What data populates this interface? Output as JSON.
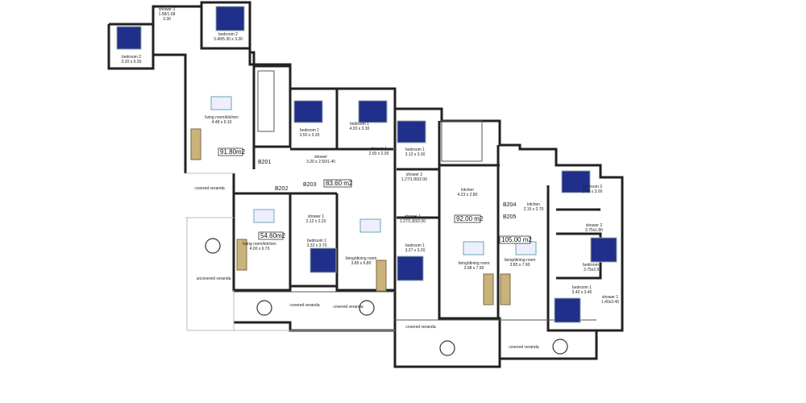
{
  "rooms": {
    "shower3": [
      "shower 3",
      "1.58/1.68",
      "3.30"
    ],
    "bed2_top": [
      "bedroom 2",
      "3.40/5.30 x 3.30"
    ],
    "bed2_left": [
      "bedroom 2",
      "3.20 x 5.30"
    ],
    "living_b201": [
      "living room/kitchen",
      "4.48 x 9.10"
    ],
    "bed1_a": [
      "bedroom 1",
      "3.50 x 3.30"
    ],
    "bed1_b": [
      "bedroom 1",
      "4.20 x 3.30"
    ],
    "shower_a": [
      "shower",
      "3.20 x 2.50/1.40"
    ],
    "shower1_b": [
      "shower 1",
      "2.00 x 2.05"
    ],
    "bed1_c": [
      "bedroom 1",
      "3.12 x 3.30"
    ],
    "shower2_c": [
      "shower 2",
      "1.27/1.80/2.00"
    ],
    "kitchen_b204": [
      "kitchen",
      "4.23 x 2.80"
    ],
    "bed3": [
      "bedroom 3",
      "3.40 x 3.00"
    ],
    "kitchen_b205": [
      "kitchen",
      "2.15 x 2.70"
    ],
    "shower1_d": [
      "shower 1",
      "2.12 x 2.20"
    ],
    "shower1_e": [
      "shower 1",
      "1.27/1.80/2.00"
    ],
    "shower2_f": [
      "shower 2",
      "3.75x1.80"
    ],
    "living_b202": [
      "living room/kitchen",
      "4.00 x 6.70"
    ],
    "bed1_d": [
      "bedroom 1",
      "3.32 x 3.70"
    ],
    "living_b203": [
      "living/dining room",
      "3.85 x 6.80"
    ],
    "bed1_e": [
      "bedroom 1",
      "3.27 x 3.20"
    ],
    "living_b204": [
      "living/dining room",
      "3.98 x 7.90"
    ],
    "living_b205": [
      "living/dining room",
      "3.85 x 7.90"
    ],
    "bed2_f": [
      "bedroom 2",
      "3.75x2.90"
    ],
    "bed1_f": [
      "bedroom 1",
      "3.40 x 3.40"
    ],
    "shower1_f": [
      "shower 1",
      "1.40x3.40"
    ]
  },
  "units": [
    "B201",
    "B202",
    "B203",
    "B204",
    "B205"
  ],
  "areas": [
    "91.80m2",
    "54.60m2",
    "83.60 m2",
    "92.00 m2",
    "105.00 m2"
  ],
  "verandas": [
    "covered veranda",
    "uncovered veranda",
    "covered veranda",
    "covered veranda",
    "covered veranda",
    "covered veranda"
  ]
}
